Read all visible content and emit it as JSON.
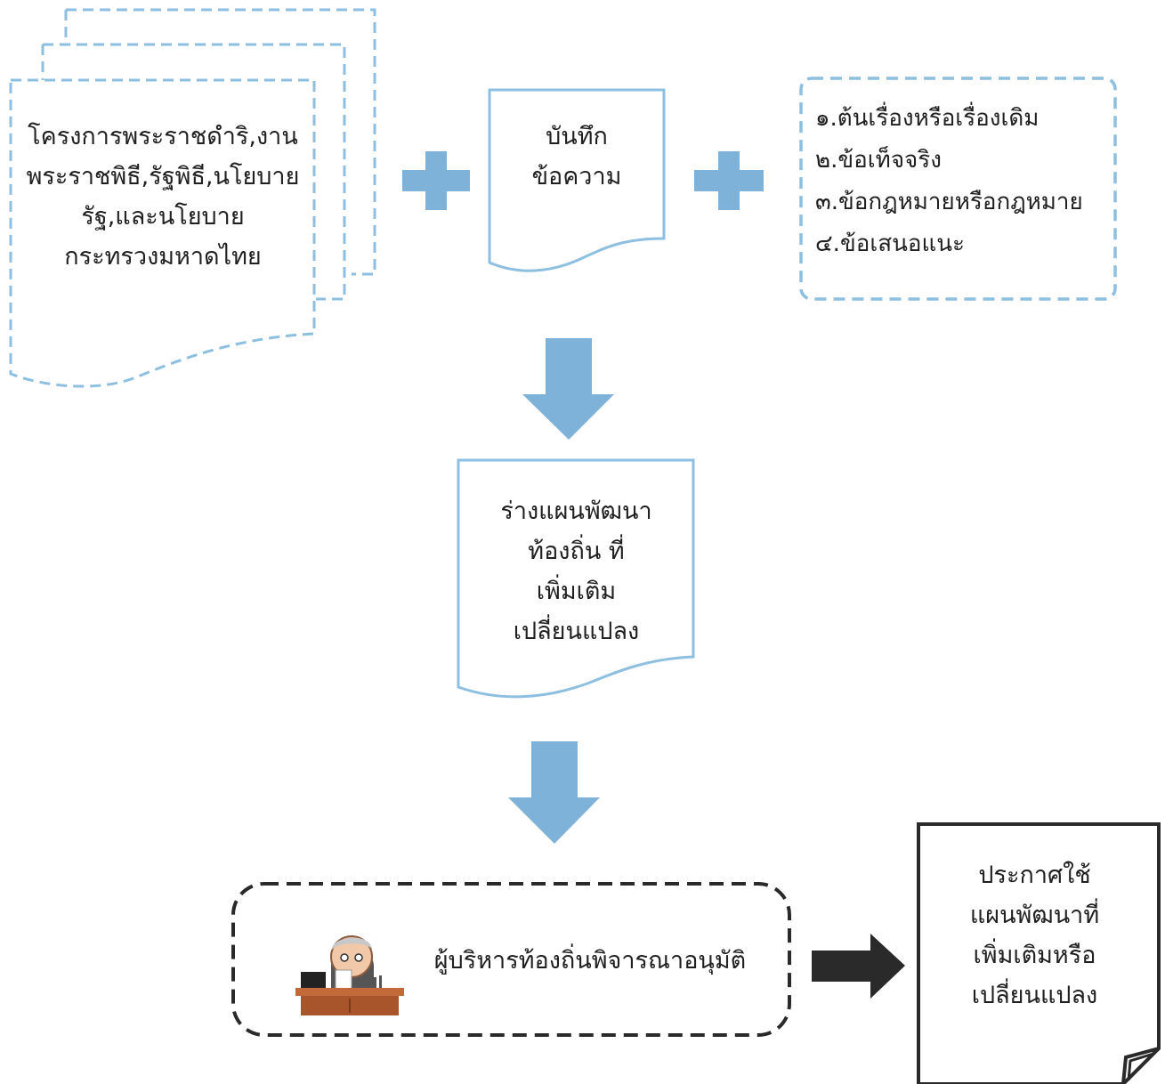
{
  "source_doc": {
    "lines": [
      "โครงการพระราชดำริ,งาน",
      "พระราชพิธี,รัฐพิธี,นโยบาย",
      "รัฐ,และนโยบาย",
      "กระทรวงมหาดไทย"
    ]
  },
  "memo": {
    "lines": [
      "บันทึก",
      "ข้อความ"
    ]
  },
  "elements_list": {
    "items": [
      "๑.ต้นเรื่องหรือเรื่องเดิม",
      "๒.ข้อเท็จจริง",
      "๓.ข้อกฎหมายหรือกฎหมาย",
      "๔.ข้อเสนอแนะ"
    ]
  },
  "draft_plan": {
    "lines": [
      "ร่างแผนพัฒนา",
      "ท้องถิ่น ที่",
      "เพิ่มเติม",
      "เปลี่ยนแปลง"
    ]
  },
  "executive": {
    "label": "ผู้บริหารท้องถิ่นพิจารณาอนุมัติ"
  },
  "announce": {
    "lines": [
      "ประกาศใช้",
      "แผนพัฒนาที่",
      "เพิ่มเติมหรือ",
      "เปลี่ยนแปลง"
    ]
  },
  "colors": {
    "accent_blue": "#7fb2d9",
    "box_border_blue": "#8cbfe0",
    "dark": "#2a2a2a"
  }
}
